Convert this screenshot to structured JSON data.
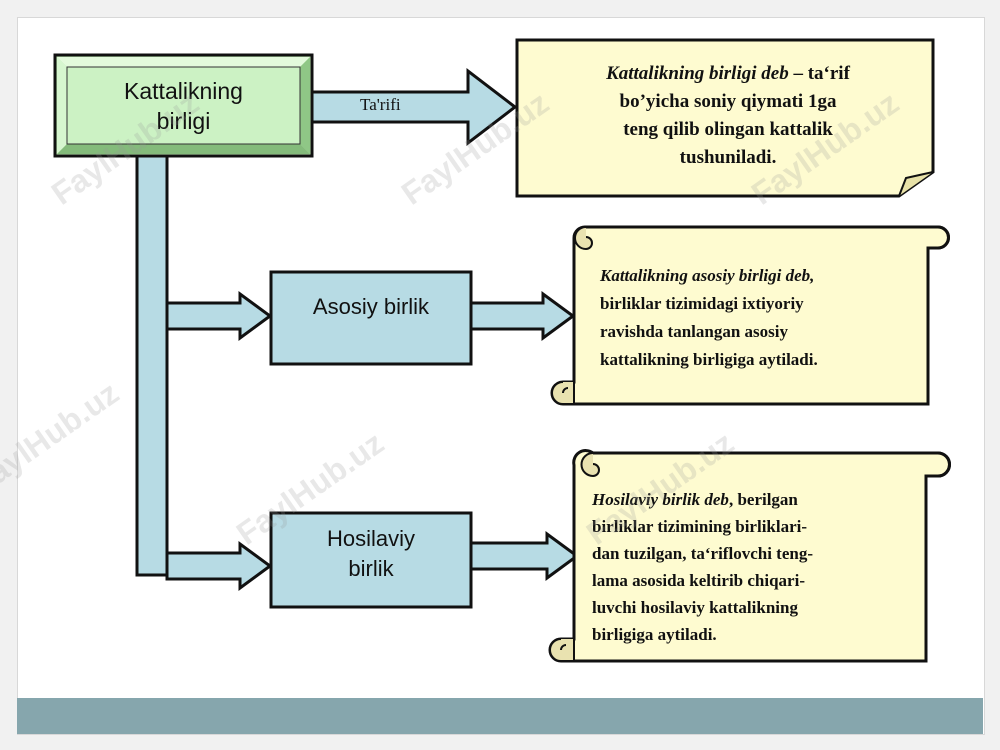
{
  "main_box": {
    "line1": "Kattalikning",
    "line2": "birligi"
  },
  "arrow_label": "Ta'rifi",
  "definition": {
    "italic": "Kattalikning birligi deb",
    "lines": [
      "– ta‘rif",
      "bo’yicha soniy qiymati 1ga",
      "teng qilib olingan kattalik",
      "tushuniladi."
    ]
  },
  "base_unit": {
    "label": "Asosiy birlik",
    "note_italic": "Kattalikning asosiy birligi deb,",
    "note_lines": [
      "birliklar tizimidagi ixtiyoriy",
      "ravishda tanlangan asosiy",
      "kattalikning birligiga aytiladi."
    ]
  },
  "derived_unit": {
    "line1": "Hosilaviy",
    "line2": "birlik",
    "note_italic": "Hosilaviy birlik deb",
    "note_first_rest": ", berilgan",
    "note_lines": [
      "birliklar tizimining birliklari-",
      "dan tuzilgan, ta‘riflovchi teng-",
      "lama asosida keltirib chiqari-",
      "luvchi hosilaviy kattalikning",
      "birligiga aytiladi."
    ]
  },
  "watermark": "FaylHub.uz",
  "colors": {
    "main_box": "#ccf2c4",
    "unit_box": "#b7dbe4",
    "note": "#fefbd0",
    "footer": "#86a6ad"
  }
}
